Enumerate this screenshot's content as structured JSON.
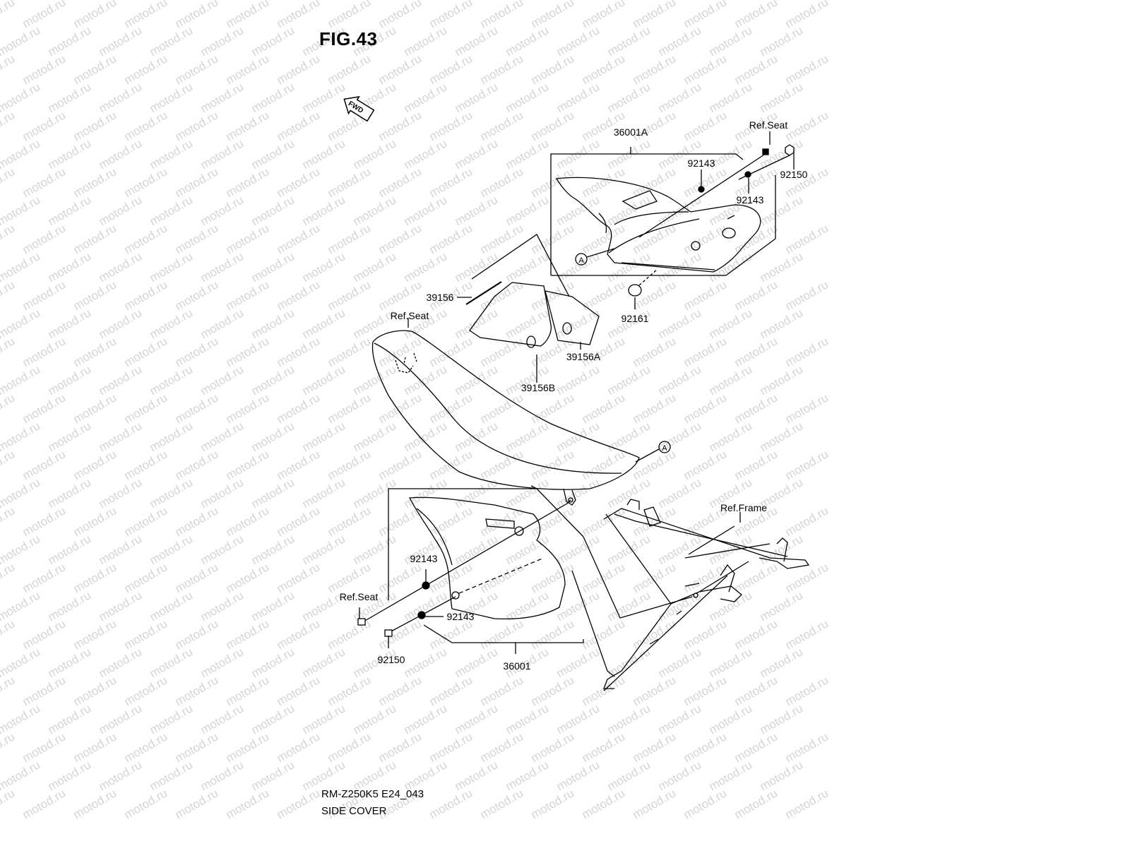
{
  "figure": {
    "title": "FIG.43",
    "code": "RM-Z250K5 E24_043",
    "name": "SIDE COVER"
  },
  "fwd_arrow_label": "FWD",
  "watermark": "motod.ru",
  "callouts": [
    {
      "id": "c1",
      "text": "36001A"
    },
    {
      "id": "c2",
      "text": "Ref.Seat"
    },
    {
      "id": "c3",
      "text": "92143"
    },
    {
      "id": "c4",
      "text": "92143"
    },
    {
      "id": "c5",
      "text": "92150"
    },
    {
      "id": "c6",
      "text": "39156"
    },
    {
      "id": "c7",
      "text": "92161"
    },
    {
      "id": "c8",
      "text": "Ref.Seat"
    },
    {
      "id": "c9",
      "text": "39156A"
    },
    {
      "id": "c10",
      "text": "39156B"
    },
    {
      "id": "c11",
      "text": "Ref.Frame"
    },
    {
      "id": "c12",
      "text": "92143"
    },
    {
      "id": "c13",
      "text": "Ref.Seat"
    },
    {
      "id": "c14",
      "text": "92143"
    },
    {
      "id": "c15",
      "text": "92150"
    },
    {
      "id": "c16",
      "text": "36001"
    }
  ],
  "reference_marks": [
    "A",
    "A"
  ],
  "colors": {
    "line": "#000000",
    "watermark": "#d4d4d4",
    "background": "#ffffff"
  }
}
